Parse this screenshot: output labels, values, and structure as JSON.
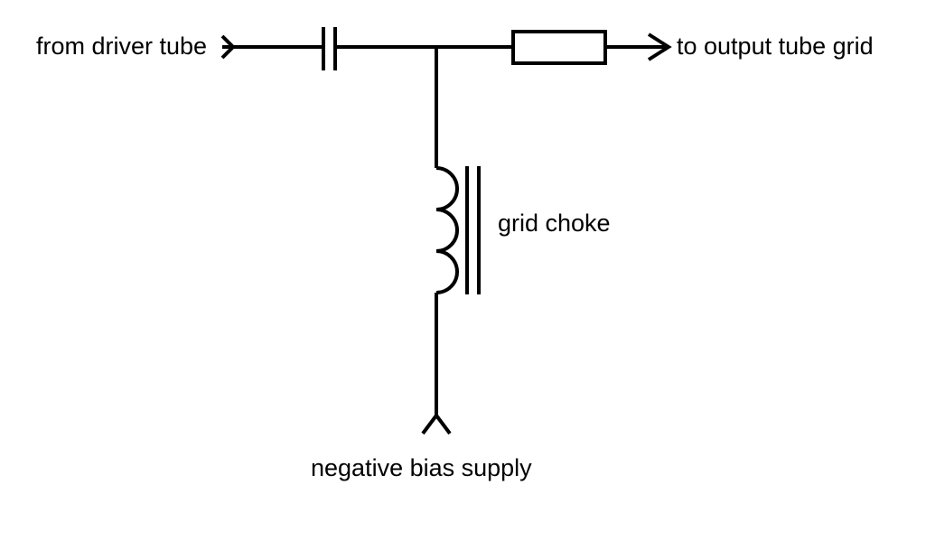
{
  "labels": {
    "input": "from driver tube",
    "output": "to output tube grid",
    "choke": "grid choke",
    "bias": "negative bias supply"
  },
  "colors": {
    "background": "#ffffff",
    "ink": "#000000"
  }
}
